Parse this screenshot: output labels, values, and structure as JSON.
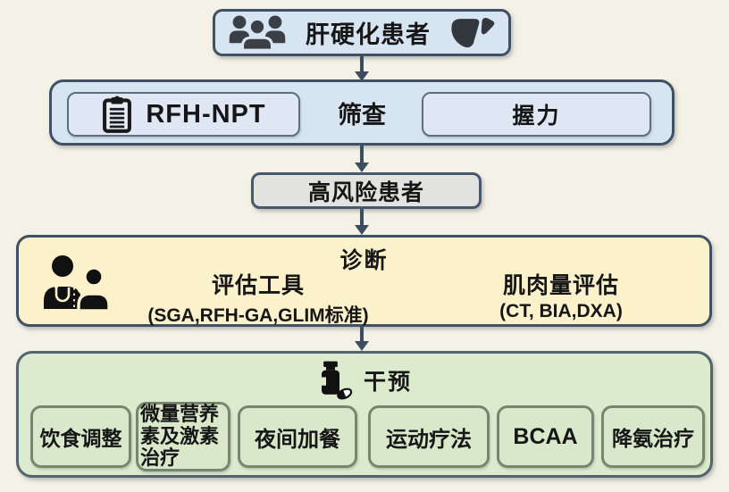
{
  "flow": {
    "patient_box": {
      "label": "肝硬化患者"
    },
    "screening_row": {
      "center_label": "筛查",
      "rfh_npt": "RFH-NPT",
      "grip": "握力"
    },
    "high_risk_box": {
      "label": "高风险患者"
    },
    "diagnosis_box": {
      "title": "诊断",
      "assessment": {
        "label": "评估工具",
        "detail": "(SGA,RFH-GA,GLIM标准)"
      },
      "muscle": {
        "label": "肌肉量评估",
        "detail": "(CT, BIA,DXA)"
      }
    },
    "intervention_box": {
      "title": "干预",
      "options": [
        "饮食调整",
        "微量营养素及激素治疗",
        "夜间加餐",
        "运动疗法",
        "BCAA",
        "降氨治疗"
      ]
    }
  },
  "colors": {
    "background": "#f4f1e6",
    "blue_fill": "#d7e5f2",
    "inner_blue_fill": "#dfe7f4",
    "gray_fill": "#e2e2e0",
    "yellow_fill": "#fbf1cb",
    "green_fill": "#dceacd",
    "border_dark": "#3f5163",
    "arrow": "#3c4d60"
  }
}
